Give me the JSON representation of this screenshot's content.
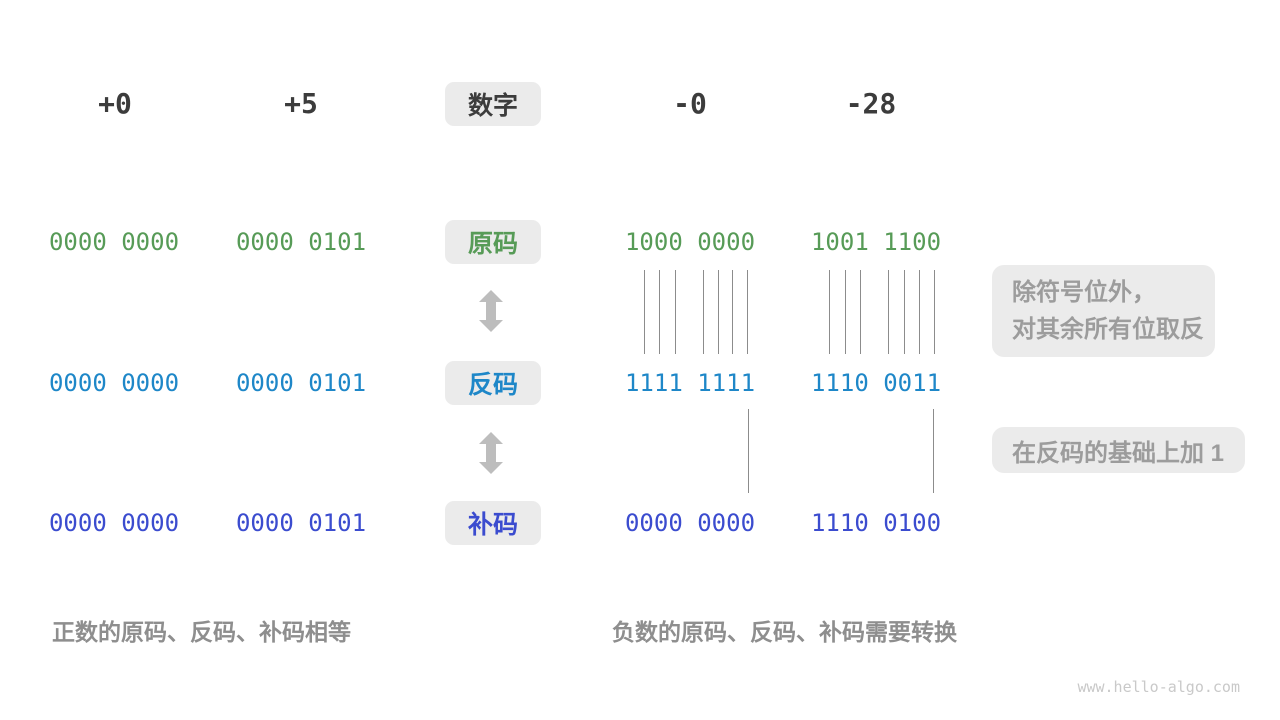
{
  "colors": {
    "text_dark": "#3C3C3C",
    "sign_magnitude_green": "#579B57",
    "ones_complement_blue": "#1E87C8",
    "twos_complement_indigo": "#3B4CCF",
    "annotation_text_gray": "#9C9C9C",
    "label_box_bg": "#EBEBEB",
    "arrow_gray": "#BDBDBD",
    "connector_line_gray": "#8C8C8C",
    "watermark_gray": "#C9C9C9"
  },
  "header": {
    "label": "数字",
    "columns": [
      "+0",
      "+5",
      "-0",
      "-28"
    ]
  },
  "rows": [
    {
      "label": "原码",
      "values": [
        "0000 0000",
        "0000 0101",
        "1000 0000",
        "1001 1100"
      ]
    },
    {
      "label": "反码",
      "values": [
        "0000 0000",
        "0000 0101",
        "1111 1111",
        "1110 0011"
      ]
    },
    {
      "label": "补码",
      "values": [
        "0000 0000",
        "0000 0101",
        "0000 0000",
        "1110 0100"
      ]
    }
  ],
  "annotations": {
    "invert_note_line1": "除符号位外，",
    "invert_note_line2": "对其余所有位取反",
    "add_one_note": "在反码的基础上加  1"
  },
  "captions": {
    "positive": "正数的原码、反码、补码相等",
    "negative": "负数的原码、反码、补码需要转换"
  },
  "watermark": "www.hello-algo.com"
}
